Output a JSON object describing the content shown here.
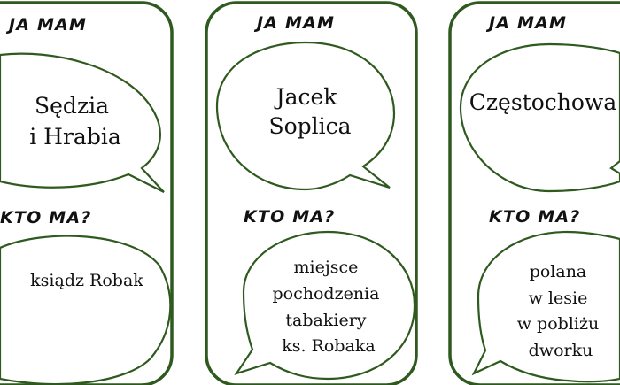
{
  "cards": [
    {
      "have_label": "JA MAM",
      "have": [
        "Sędzia",
        "i Hrabia"
      ],
      "who_label": "KTO MA?",
      "who": [
        "ksiądz Robak"
      ]
    },
    {
      "have_label": "JA MAM",
      "have": [
        "Jacek",
        "Soplica"
      ],
      "who_label": "KTO MA?",
      "who": [
        "miejsce",
        "pochodzenia",
        "tabakiery",
        "ks. Robaka"
      ]
    },
    {
      "have_label": "JA MAM",
      "have": [
        "Częstochowa"
      ],
      "who_label": "KTO MA?",
      "who": [
        "polana",
        "w lesie",
        "w pobliżu",
        "dworku"
      ]
    }
  ],
  "colors": {
    "frame": "#2f5a1f",
    "background": "#ffffff",
    "text": "#111111"
  }
}
